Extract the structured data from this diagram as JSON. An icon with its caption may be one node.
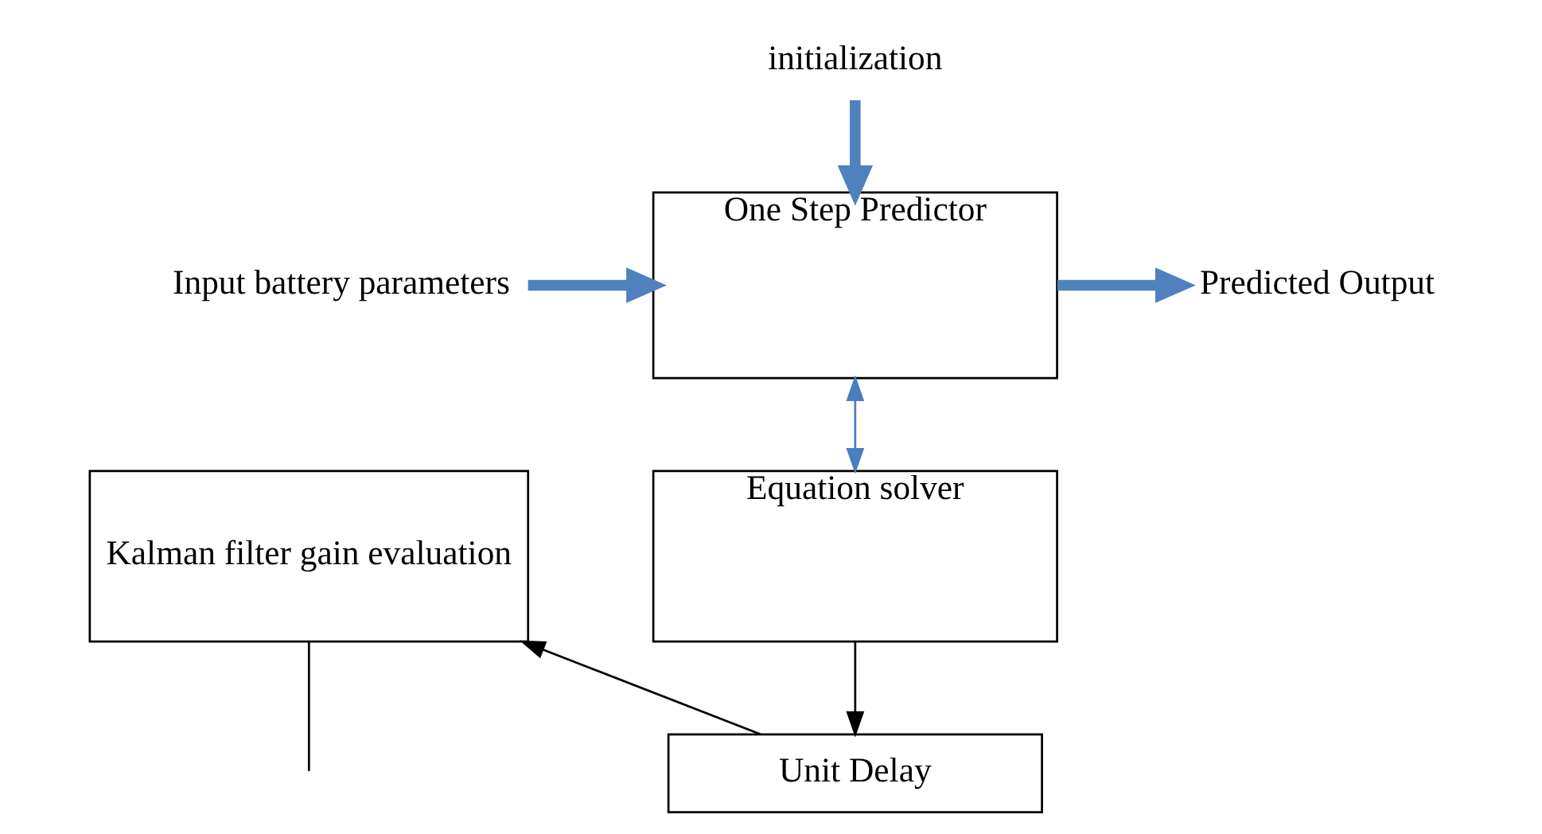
{
  "diagram": {
    "nodes": [
      {
        "text": [
          "initialization"
        ]
      },
      {
        "text": [
          "Input battery parameters"
        ]
      },
      {
        "text": [
          "One Step Predictor"
        ]
      },
      {
        "text": [
          "Predicted Output"
        ]
      },
      {
        "text": [
          "Kalman filter gain evaluation"
        ]
      },
      {
        "text": [
          "Equation solver"
        ]
      },
      {
        "text": [
          "Unit Delay"
        ]
      }
    ],
    "edges": [
      {
        "from": 0,
        "to": 2,
        "arrow": "to",
        "style": "thick",
        "color": "#4f81bd"
      },
      {
        "from": 1,
        "to": 2,
        "arrow": "to",
        "style": "thick",
        "color": "#4f81bd"
      },
      {
        "from": 2,
        "to": 3,
        "arrow": "to",
        "style": "thick",
        "color": "#4f81bd"
      },
      {
        "from": 2,
        "to": 5,
        "arrow": "both",
        "color": "#4a7ebf"
      },
      {
        "from": 4,
        "to": null,
        "arrow": "none",
        "color": "#000000"
      },
      {
        "from": 5,
        "to": 6,
        "arrow": "to",
        "color": "#000000"
      },
      {
        "from": 6,
        "to": 4,
        "arrow": "to",
        "color": "#000000"
      }
    ]
  }
}
